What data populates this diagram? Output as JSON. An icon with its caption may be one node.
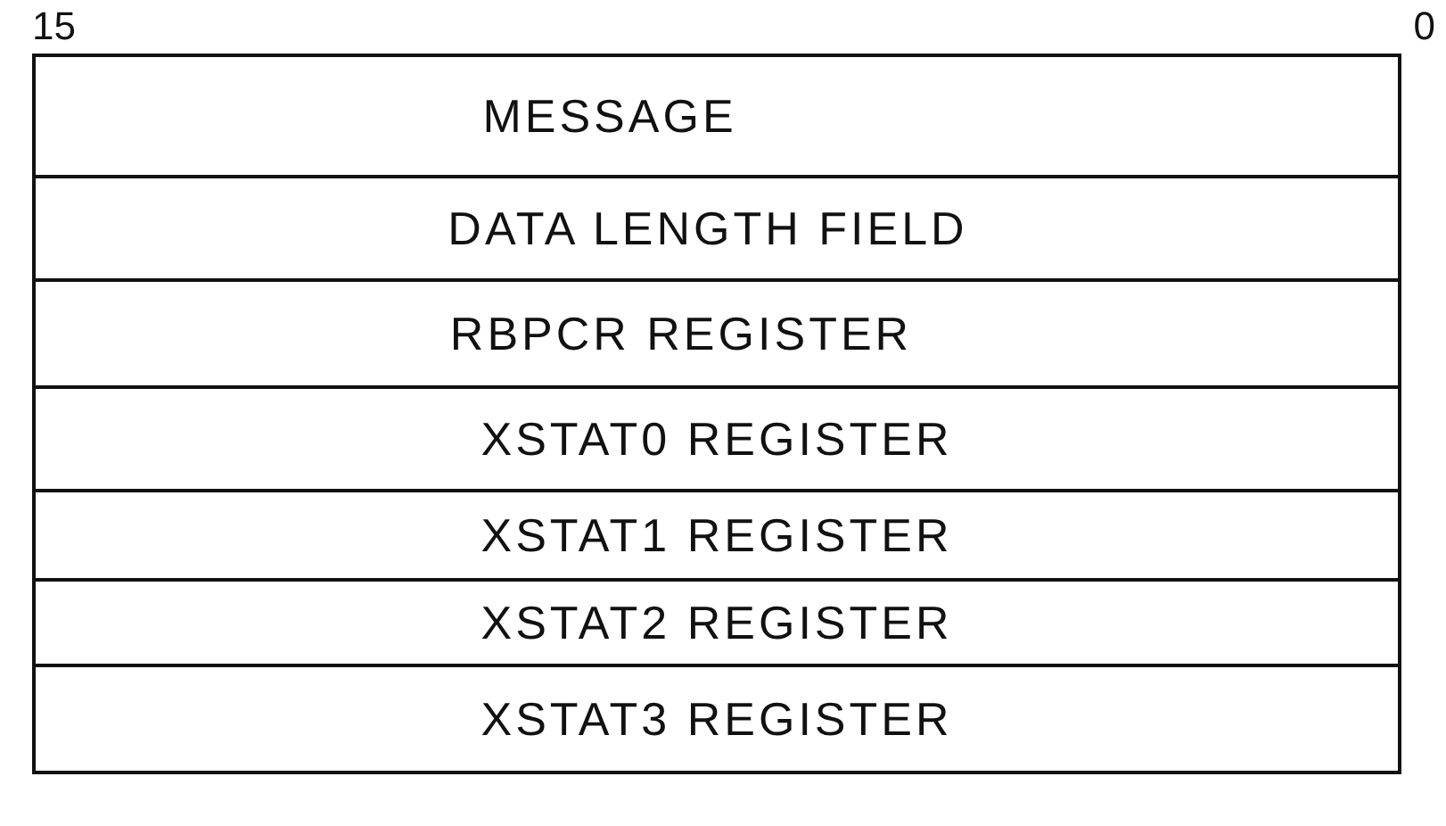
{
  "diagram": {
    "nodes": [
      {
        "text": [
          "MESSAGE"
        ]
      },
      {
        "text": [
          "DATA LENGTH FIELD"
        ]
      },
      {
        "text": [
          "RBPCR REGISTER"
        ]
      },
      {
        "text": [
          "XSTAT0 REGISTER"
        ]
      },
      {
        "text": [
          "XSTAT1 REGISTER"
        ]
      },
      {
        "text": [
          "XSTAT2 REGISTER"
        ]
      },
      {
        "text": [
          "XSTAT3 REGISTER"
        ]
      }
    ],
    "labels": [
      "15",
      "0"
    ]
  }
}
